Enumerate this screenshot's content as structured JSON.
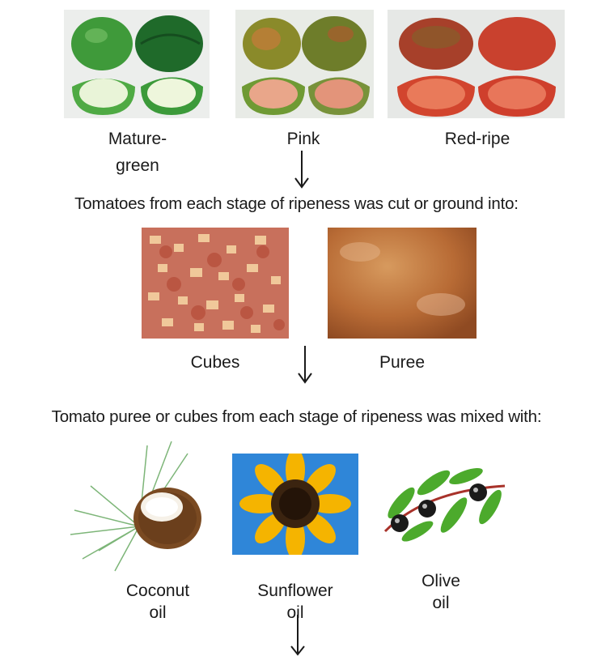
{
  "stages": [
    {
      "label": "Mature-\ngreen",
      "line1": "Mature-",
      "line2": "green"
    },
    {
      "label": "Pink"
    },
    {
      "label": "Red-ripe"
    }
  ],
  "step1_text": "Tomatoes from each stage of ripeness was cut or ground into:",
  "forms": [
    {
      "label": "Cubes"
    },
    {
      "label": "Puree"
    }
  ],
  "step2_text": "Tomato puree or cubes from each stage of ripeness was mixed with:",
  "oils": [
    {
      "line1": "Coconut",
      "line2": "oil"
    },
    {
      "line1": "Sunflower",
      "line2": "oil"
    },
    {
      "line1": "Olive",
      "line2": "oil"
    }
  ],
  "icons": [
    "mature-green-tomato-photo",
    "pink-tomato-photo",
    "red-ripe-tomato-photo",
    "tomato-cubes-photo",
    "tomato-puree-photo",
    "coconut-illustration",
    "sunflower-photo",
    "olive-branch-illustration",
    "down-arrow-icon"
  ],
  "colors": {
    "text": "#1a1a1a",
    "green_tomato": "#3f9a3a",
    "red_tomato": "#c9412e",
    "sky": "#2f86d8"
  }
}
